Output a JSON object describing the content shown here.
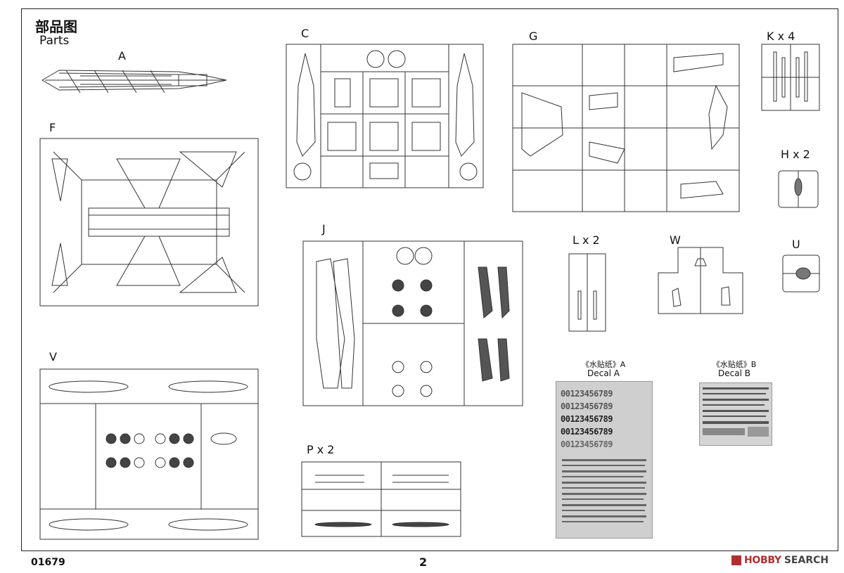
{
  "header": {
    "title_cn": "部品图",
    "title_en": "Parts"
  },
  "sprues": [
    {
      "id": "A",
      "label": "A"
    },
    {
      "id": "C",
      "label": "C"
    },
    {
      "id": "G",
      "label": "G"
    },
    {
      "id": "K",
      "label": "K x 4"
    },
    {
      "id": "F",
      "label": "F"
    },
    {
      "id": "H",
      "label": "H x 2"
    },
    {
      "id": "J",
      "label": "J"
    },
    {
      "id": "L",
      "label": "L x 2"
    },
    {
      "id": "W",
      "label": "W"
    },
    {
      "id": "U",
      "label": "U"
    },
    {
      "id": "V",
      "label": "V"
    },
    {
      "id": "P",
      "label": "P x 2"
    }
  ],
  "decals": {
    "a": {
      "title_cn": "《水贴纸》A",
      "title_en": "Decal A",
      "digits": [
        "00123456789",
        "00123456789",
        "00123456789",
        "00123456789",
        "00123456789"
      ]
    },
    "b": {
      "title_cn": "《水贴纸》B",
      "title_en": "Decal B"
    }
  },
  "footer": {
    "product_number": "01679",
    "page_number": "2"
  },
  "watermark": {
    "text_a": "HOBBY",
    "text_b": "SEARCH"
  }
}
